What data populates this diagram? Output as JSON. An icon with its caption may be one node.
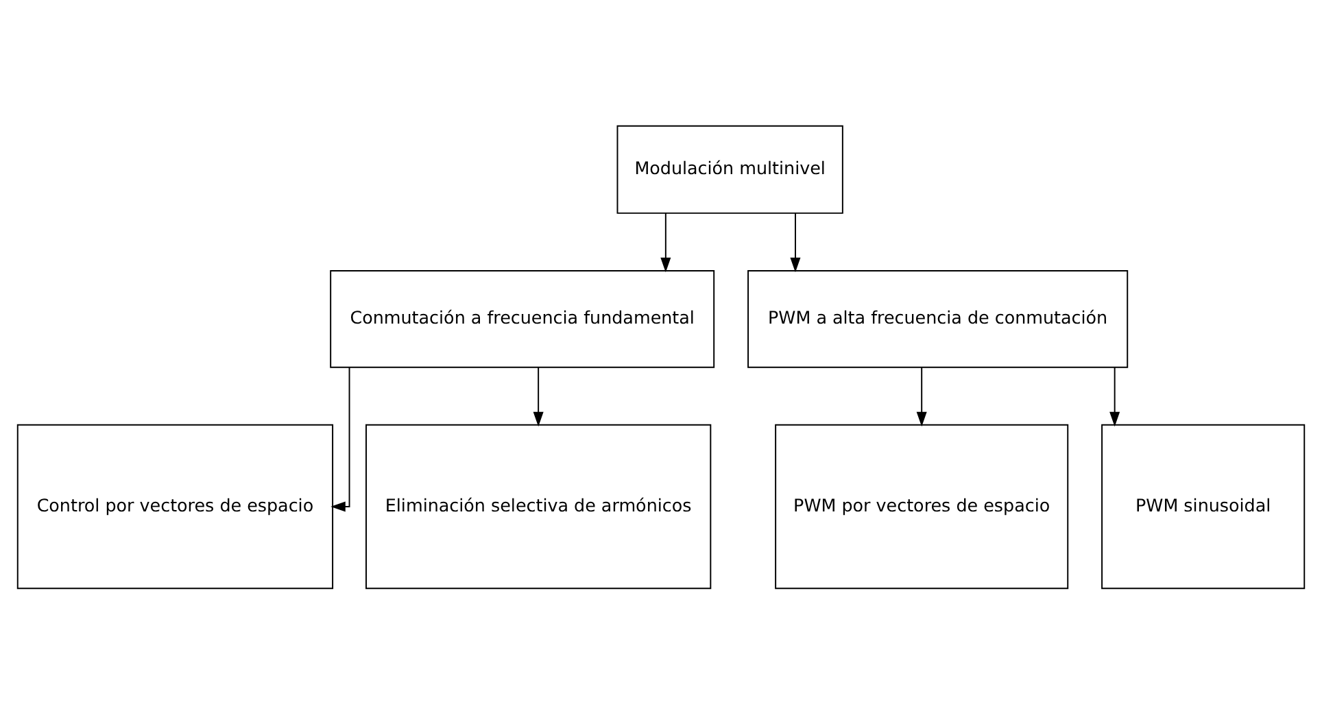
{
  "diagram": {
    "nodes": [
      {
        "text": [
          "Modulación multinivel"
        ]
      },
      {
        "text": [
          "Conmutación a frecuencia fundamental"
        ]
      },
      {
        "text": [
          "PWM a alta frecuencia de conmutación"
        ]
      },
      {
        "text": [
          "Control por vectores de espacio"
        ]
      },
      {
        "text": [
          "Eliminación selectiva de armónicos"
        ]
      },
      {
        "text": [
          "PWM por vectores de espacio"
        ]
      },
      {
        "text": [
          "PWM sinusoidal"
        ]
      }
    ],
    "edges": [
      {
        "from": 0,
        "to": 1,
        "arrow": "to"
      },
      {
        "from": 0,
        "to": 2,
        "arrow": "to"
      },
      {
        "from": 1,
        "to": 3,
        "arrow": "to"
      },
      {
        "from": 1,
        "to": 4,
        "arrow": "to"
      },
      {
        "from": 2,
        "to": 5,
        "arrow": "to"
      },
      {
        "from": 2,
        "to": 6,
        "arrow": "to"
      }
    ]
  }
}
